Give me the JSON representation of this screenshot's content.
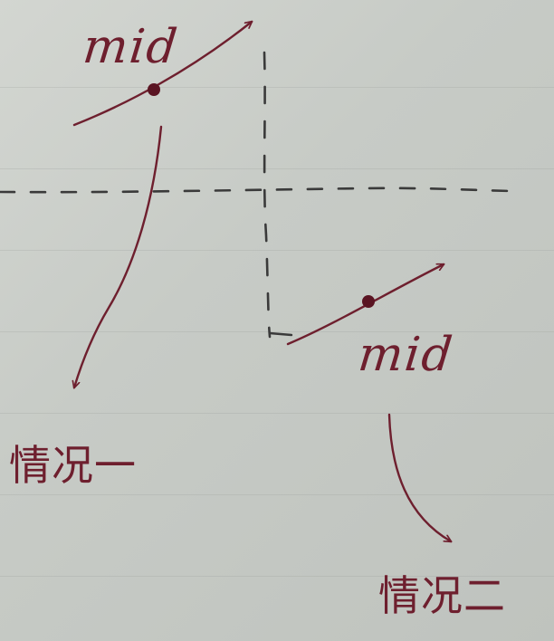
{
  "labels": {
    "mid_top": "mid",
    "mid_bottom": "mid",
    "case_one": "情况一",
    "case_two": "情况二"
  },
  "colors": {
    "ink": "#6e1f2e",
    "pencil_dash": "#3a3a3a",
    "paper": "#c9cdc8"
  }
}
